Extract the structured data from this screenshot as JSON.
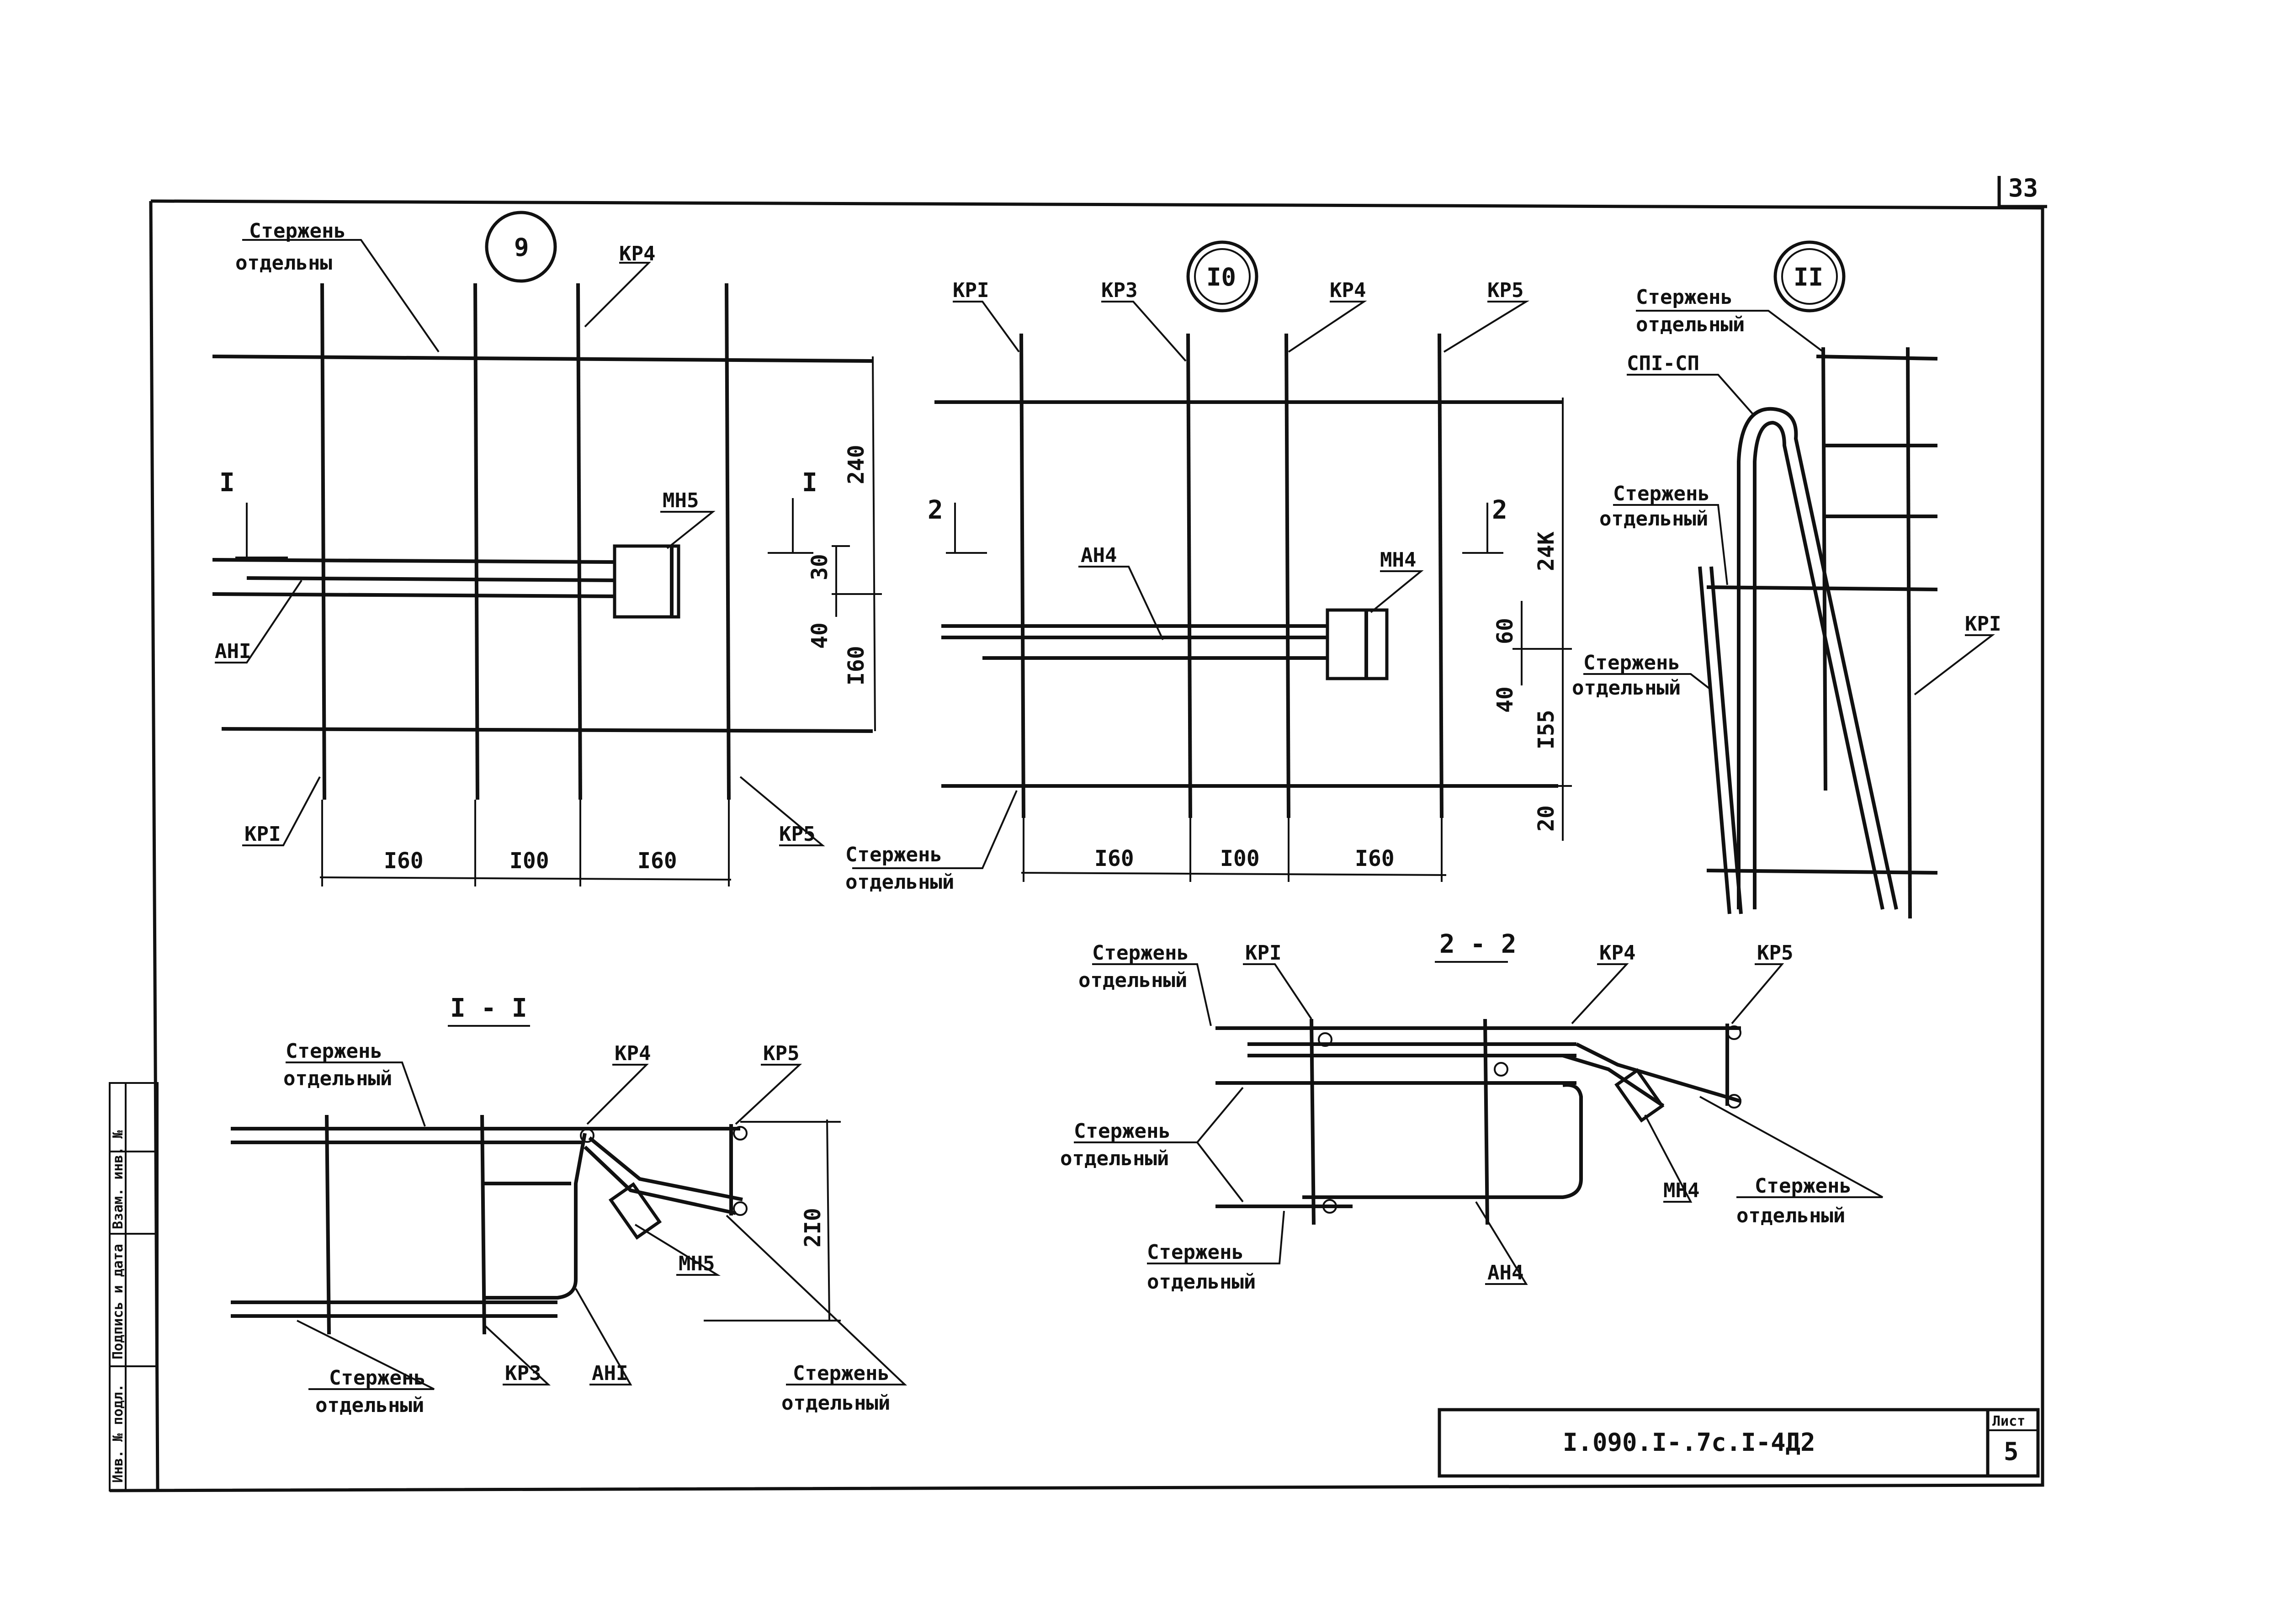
{
  "sheet": {
    "page_number": "33",
    "code": "I.090.I-.7c.I-4Д2",
    "list_label": "Лист",
    "list_value": "5"
  },
  "stamp": {
    "inv_orig": "Инв. № подл.",
    "sign_date": "Подпись и дата",
    "inv_dup": "Взам. инв. №"
  },
  "node9": {
    "circle": "9",
    "rod_label": [
      "Стержень",
      "отдельны"
    ],
    "kp4": "КР4",
    "kp1": "КРI",
    "kp5": "КР5",
    "mn5": "МН5",
    "ah1": "АНI",
    "cut_left": "I",
    "cut_right": "I",
    "dims_x": [
      "I60",
      "I00",
      "I60"
    ],
    "dims_y": [
      "240",
      "30",
      "40",
      "I60"
    ]
  },
  "node10": {
    "circle": "I0",
    "kp1": "КРI",
    "kp3": "КР3",
    "kp4": "КР4",
    "kp5": "КР5",
    "ah4": "АН4",
    "mn4": "МН4",
    "cut_left": "2",
    "cut_right": "2",
    "rod_label": [
      "Стержень",
      "отдельный"
    ],
    "dims_x": [
      "I60",
      "I00",
      "I60"
    ],
    "dims_y": [
      "24K",
      "60",
      "40",
      "I55",
      "20"
    ]
  },
  "node11": {
    "circle": "II",
    "rod_top": [
      "Стержень",
      "отдельный"
    ],
    "spi": "СПI-СП",
    "rod_mid": [
      "Стержень",
      "отдельный"
    ],
    "rod_bot": [
      "Стержень",
      "отдельный"
    ],
    "kp1": "КРI"
  },
  "sectionI": {
    "title": "I - I",
    "rod_top": [
      "Стержень",
      "отдельный"
    ],
    "kp4": "КР4",
    "kp5": "КР5",
    "mn5": "МН5",
    "kp3": "КР3",
    "ah1": "АНI",
    "rod_bl": [
      "Стержень",
      "отдельный"
    ],
    "rod_br": [
      "Стержень",
      "отдельный"
    ],
    "dim": "2I0"
  },
  "section2": {
    "title": "2 - 2",
    "rod_top": [
      "Стержень",
      "отдельный"
    ],
    "kp1": "КРI",
    "kp4": "КР4",
    "kp5": "КР5",
    "rod_l": [
      "Стержень",
      "отдельный"
    ],
    "rod_bot": [
      "Стержень",
      "отдельный"
    ],
    "ah4": "АН4",
    "mn4": "МН4",
    "rod_r": [
      "Стержень",
      "отдельный"
    ]
  }
}
